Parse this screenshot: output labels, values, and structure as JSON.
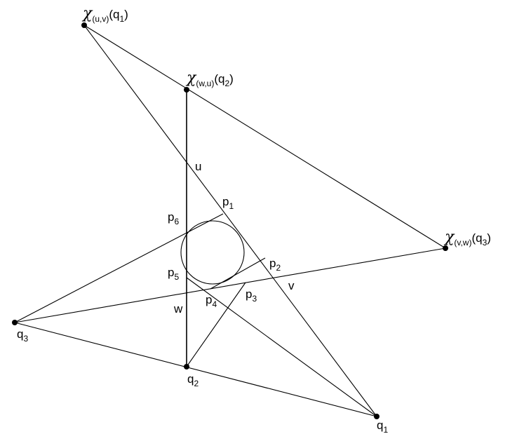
{
  "labels": {
    "chi_uv_q1": {
      "symbol": "χ",
      "sub": "(u,v)",
      "arg_open": "(q",
      "arg_sub": "1",
      "arg_close": ")"
    },
    "chi_wu_q2": {
      "symbol": "χ",
      "sub": "(w,u)",
      "arg_open": "(q",
      "arg_sub": "2",
      "arg_close": ")"
    },
    "chi_vw_q3": {
      "symbol": "χ",
      "sub": "(v,w)",
      "arg_open": "(q",
      "arg_sub": "3",
      "arg_close": ")"
    },
    "q1": {
      "base": "q",
      "sub": "1"
    },
    "q2": {
      "base": "q",
      "sub": "2"
    },
    "q3": {
      "base": "q",
      "sub": "3"
    },
    "p1": {
      "base": "p",
      "sub": "1"
    },
    "p2": {
      "base": "p",
      "sub": "2"
    },
    "p3": {
      "base": "p",
      "sub": "3"
    },
    "p4": {
      "base": "p",
      "sub": "4"
    },
    "p5": {
      "base": "p",
      "sub": "5"
    },
    "p6": {
      "base": "p",
      "sub": "6"
    },
    "u": "u",
    "v": "v",
    "w": "w"
  }
}
